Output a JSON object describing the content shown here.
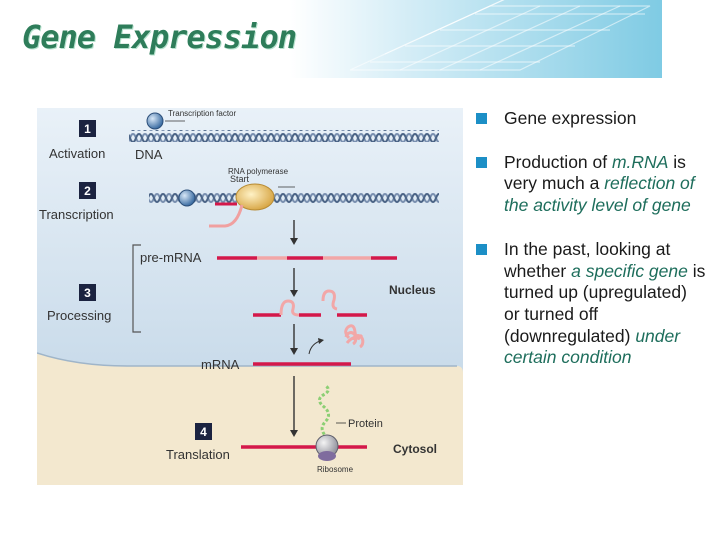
{
  "slide": {
    "title": "Gene Expression"
  },
  "figure": {
    "step_numbers": [
      "1",
      "2",
      "3",
      "4"
    ],
    "step_labels": [
      "Activation",
      "Transcription",
      "Processing",
      "Translation"
    ],
    "labels": {
      "transcription_factor": "Transcription factor",
      "dna": "DNA",
      "rna_polymerase": "RNA polymerase",
      "start": "Start",
      "pre_mrna": "pre-mRNA",
      "nucleus": "Nucleus",
      "mrna": "mRNA",
      "protein": "Protein",
      "cytosol": "Cytosol",
      "ribosome": "Ribosome"
    },
    "colors": {
      "nucleus_bg": "#cfe0ee",
      "cytosol_bg": "#f2e6cc",
      "mrna": "#d4184a",
      "pre_mrna_intron": "#f2a7a7",
      "dna": "#6f86a8",
      "step_box": "#1b2340"
    }
  },
  "bullets": [
    {
      "segments": [
        "Gene expression"
      ]
    },
    {
      "segments": [
        "Production of ",
        "m.RNA",
        " is very much a ",
        "reflection of the activity level of gene"
      ]
    },
    {
      "segments": [
        "In the past, looking at whether ",
        "a specific gene",
        " is turned up (upregulated) or turned off (downregulated) ",
        "under certain condition"
      ]
    }
  ],
  "theme": {
    "title_color": "#2e7d5a",
    "bullet_color": "#1c8fc6",
    "highlight_color": "#1e6e5c"
  }
}
